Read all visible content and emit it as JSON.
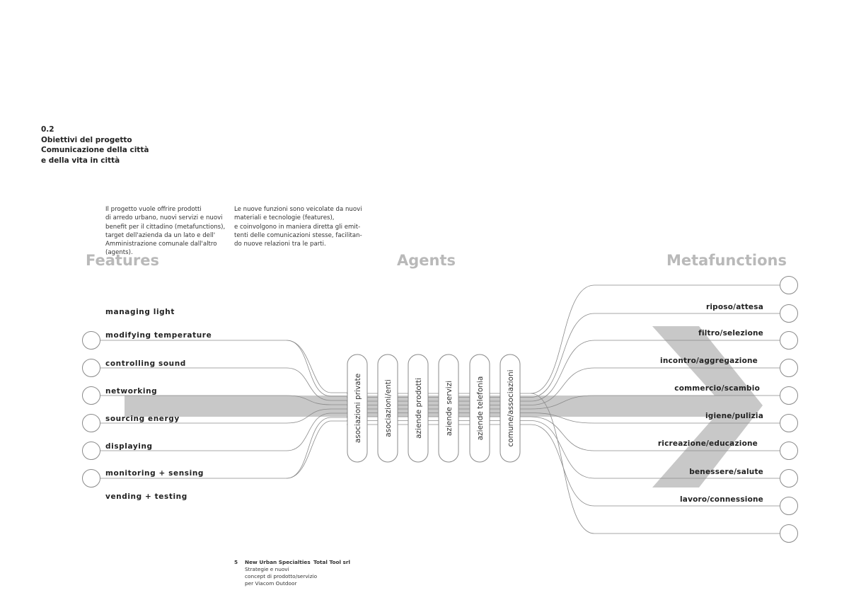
{
  "heading": {
    "number": "0.2",
    "line1": "Obiettivi del progetto",
    "line2": "Comunicazione della città",
    "line3": "e della vita in città"
  },
  "intro": {
    "left": "Il progetto vuole offrire prodotti\ndi arredo urbano, nuovi servizi e nuovi\nbenefit per il cittadino (metafunctions),\ntarget dell'azienda da un lato e dell'\nAmministrazione comunale dall'altro\n(agents).",
    "right": "Le nuove funzioni sono veicolate da nuovi\nmateriali e tecnologie (features),\ne coinvolgono in maniera diretta gli emit-\ntenti delle comunicazioni stesse, facilitan-\ndo nuove relazioni tra le parti."
  },
  "columns": {
    "features": "Features",
    "agents": "Agents",
    "metafunctions": "Metafunctions"
  },
  "features": [
    "managing light",
    "modifying temperature",
    "controlling sound",
    "networking",
    "sourcing energy",
    "displaying",
    "monitoring + sensing",
    "vending + testing"
  ],
  "agents": [
    "asociazioni private",
    "asociazioni/enti",
    "aziende prodotti",
    "aziende servizi",
    "aziende telefonia",
    "comune/associazioni"
  ],
  "metafunctions": [
    "riposo/attesa",
    "filtro/selezione",
    "incontro/aggregazione",
    "commercio/scambio",
    "igiene/pulizia",
    "ricreazione/educazione",
    "benessere/salute",
    "lavoro/connessione"
  ],
  "footer": {
    "page": "5",
    "title": "New Urban Specialties",
    "line2": "Strategie e nuovi",
    "line3": "concept di prodotto/servizio",
    "line4": "per Viacom Outdoor",
    "company": "Total Tool srl"
  },
  "colors": {
    "arrow": "#c8c8c8",
    "line": "#8a8a8a",
    "title_gray": "#b9b9b9"
  }
}
